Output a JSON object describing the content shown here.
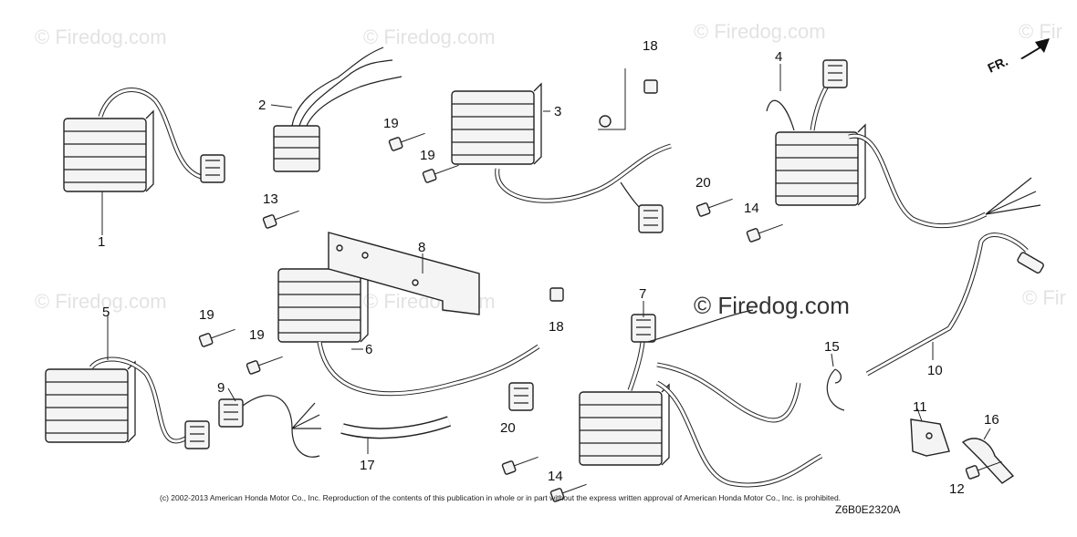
{
  "watermarks": [
    "© Firedog.com",
    "© Firedog.com",
    "© Firedog.com",
    "© Fir",
    "© Firedog.com",
    "© Firedog.com",
    "© Fir"
  ],
  "center_watermark": "© Firedog.com",
  "direction_label": "FR.",
  "callouts": [
    "1",
    "2",
    "3",
    "4",
    "5",
    "6",
    "7",
    "8",
    "9",
    "10",
    "11",
    "12",
    "13",
    "14",
    "14",
    "15",
    "16",
    "17",
    "18",
    "18",
    "19",
    "19",
    "19",
    "19",
    "20",
    "20"
  ],
  "copyright": "(c) 2002-2013 American Honda Motor Co., Inc. Reproduction of the contents of this publication in whole or in part without the express written approval of American Honda Motor Co., Inc. is prohibited.",
  "diagram_code": "Z6B0E2320A"
}
